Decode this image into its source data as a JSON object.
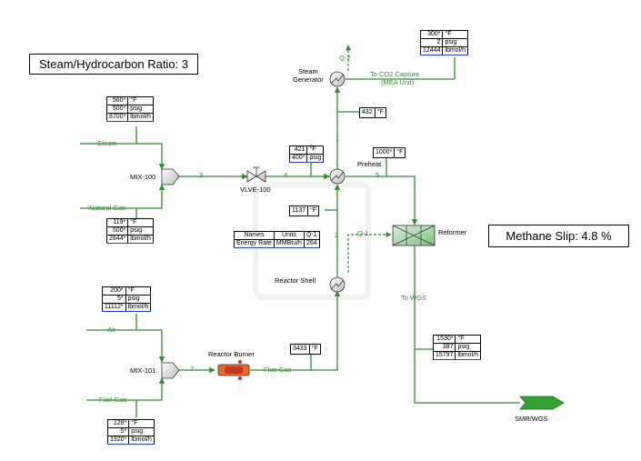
{
  "header": {
    "ratio_label": "Steam/Hydrocarbon Ratio: 3",
    "methane_slip": "Methane Slip: 4.8 %"
  },
  "units": {
    "mix100": "MIX-100",
    "mix101": "MIX-101",
    "valve": "VLVE-100",
    "preheat": "Preheat",
    "steam_generator": "Steam\nGenerator",
    "reformer": "Reformer",
    "reactor_shell": "Reactor Shell",
    "reactor_burner": "Reactor Burner",
    "smr_wgs": "SMR/WGS"
  },
  "streams": {
    "steam": "Steam",
    "natural_gas": "Natural Gas",
    "air": "Air",
    "fuel_gas": "Fuel Gas",
    "flue_gas": "Flue Gas",
    "to_wgs": "To WGS",
    "to_co2": "To CO2 Capture",
    "mea_unit": "(MEA Unit)",
    "s3": "3",
    "s4": "4",
    "s5": "5",
    "s1": "1",
    "s2": "2",
    "s7": "7",
    "q1": "Q-1",
    "q2": "Q-2"
  },
  "tables": {
    "steam": [
      [
        "560*",
        "°F"
      ],
      [
        "500*",
        "psig"
      ],
      [
        "8700*",
        "lbmol/h"
      ]
    ],
    "natural_gas": [
      [
        "119*",
        "°F"
      ],
      [
        "500*",
        "psig"
      ],
      [
        "2844*",
        "lbmol/h"
      ]
    ],
    "air": [
      [
        "200*",
        "°F"
      ],
      [
        "5*",
        "psig"
      ],
      [
        "11112*",
        "lbmol/h"
      ]
    ],
    "fuel_gas": [
      [
        "128*",
        "°F"
      ],
      [
        "5*",
        "psig"
      ],
      [
        "1920*",
        "lbmol/h"
      ]
    ],
    "co2": [
      [
        "300*",
        "°F"
      ],
      [
        "2",
        "psig"
      ],
      [
        "12444",
        "lbmol/h"
      ]
    ],
    "s4": [
      [
        "421",
        "°F"
      ],
      [
        "400*",
        "psig"
      ]
    ],
    "wgs": [
      [
        "1530*",
        "°F"
      ],
      [
        "387",
        "psig"
      ],
      [
        "15797",
        "lbmol/h"
      ]
    ]
  },
  "singles": {
    "s1": [
      "432",
      "°F"
    ],
    "s5": [
      "1000*",
      "°F"
    ],
    "s2": [
      "1137",
      "°F"
    ],
    "flue": [
      "3433",
      "°F"
    ]
  },
  "energy_table": {
    "header": [
      "Names",
      "Units",
      "Q-1"
    ],
    "row": [
      "Energy Rate",
      "MMBtu/h",
      "264"
    ]
  },
  "colors": {
    "stream": "#2f8f2f",
    "accent_blue": "#1f3fd0",
    "burner": "#e05020"
  }
}
